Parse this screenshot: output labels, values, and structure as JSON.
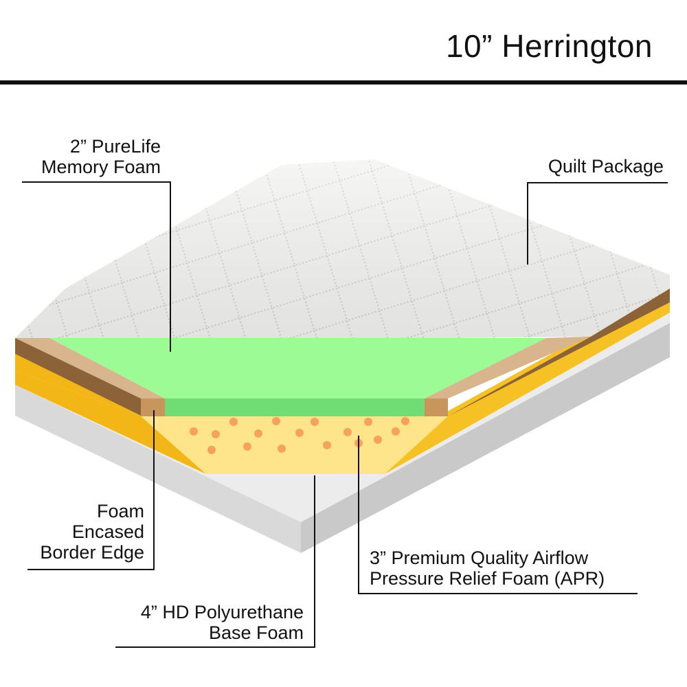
{
  "title": "10” Herrington",
  "labels": {
    "memory_foam": {
      "line1": "2” PureLife",
      "line2": "Memory Foam"
    },
    "quilt": {
      "line1": "Quilt Package"
    },
    "border": {
      "line1": "Foam",
      "line2": "Encased",
      "line3": "Border Edge"
    },
    "apr": {
      "line1": "3” Premium Quality Airflow",
      "line2": "Pressure Relief Foam (APR)"
    },
    "base": {
      "line1": "4” HD Polyurethane",
      "line2": "Base Foam"
    }
  },
  "colors": {
    "quilt": "#ececea",
    "memory_foam": "#9dfb95",
    "memory_foam_front": "#6fdd74",
    "border_top": "#d9b58e",
    "border_side": "#8c6238",
    "apr_top": "#ffe589",
    "apr_side": "#f2b616",
    "apr_dots": "#f5a25a",
    "base_side": "#dcdcdc",
    "base_front": "#eeeeee"
  }
}
